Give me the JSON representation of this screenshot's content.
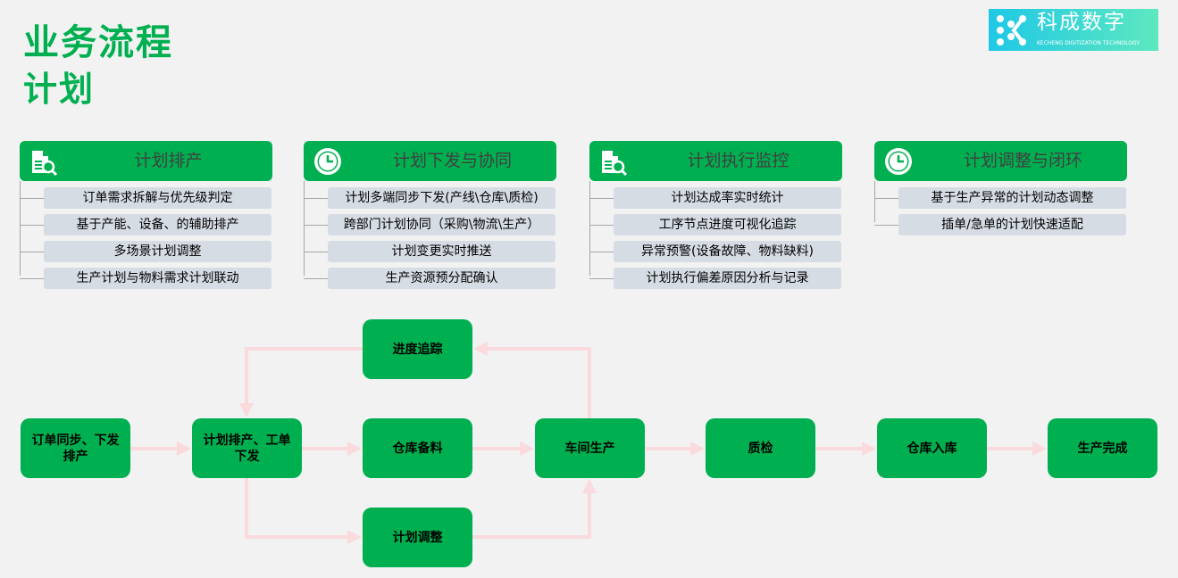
{
  "header": {
    "title": "业务流程",
    "subtitle": "计划"
  },
  "logo": {
    "name": "科成数字",
    "tagline": "KECHENG DIGITIZATION TECHNOLOGY"
  },
  "cards": [
    {
      "title": "计划排产",
      "icon": "document-search-icon",
      "items": [
        "订单需求拆解与优先级判定",
        "基于产能、设备、的辅助排产",
        "多场景计划调整",
        "生产计划与物料需求计划联动"
      ]
    },
    {
      "title": "计划下发与协同",
      "icon": "clock-icon",
      "items": [
        "计划多端同步下发(产线\\仓库\\质检)",
        "跨部门计划协同（采购\\物流\\生产）",
        "计划变更实时推送",
        "生产资源预分配确认"
      ]
    },
    {
      "title": "计划执行监控",
      "icon": "document-search-icon",
      "items": [
        "计划达成率实时统计",
        "工序节点进度可视化追踪",
        "异常预警(设备故障、物料缺料)",
        "计划执行偏差原因分析与记录"
      ]
    },
    {
      "title": "计划调整与闭环",
      "icon": "clock-icon",
      "items": [
        "基于生产异常的计划动态调整",
        "插单/急单的计划快速适配"
      ]
    }
  ],
  "flow": {
    "nodes": [
      "订单同步、下发排产",
      "计划排产、工单下发",
      "仓库备料",
      "车间生产",
      "质检",
      "仓库入库",
      "生产完成",
      "进度追踪",
      "计划调整"
    ]
  },
  "colors": {
    "green": "#00b050",
    "item_bg": "#d6dce4",
    "arrow": "#fadadd"
  }
}
